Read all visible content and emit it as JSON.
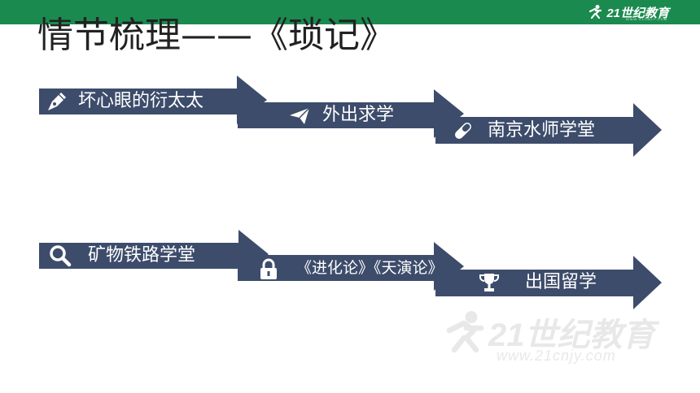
{
  "header": {
    "brand_text": "21世纪教育",
    "brand_url": "WWW.21CNJY.COM",
    "bar_color": "#1a8a4f"
  },
  "title": "情节梳理——《琐记》",
  "arrow_color": "#3d4c6b",
  "rows": [
    {
      "steps": [
        {
          "label": "坏心眼的衍太太",
          "icon": "pen-nib-icon"
        },
        {
          "label": "外出求学",
          "icon": "paper-plane-icon"
        },
        {
          "label": "南京水师学堂",
          "icon": "capsule-icon"
        }
      ]
    },
    {
      "steps": [
        {
          "label": "矿物铁路学堂",
          "icon": "search-icon"
        },
        {
          "label": "《进化论》《天演论》",
          "icon": "lock-icon"
        },
        {
          "label": "出国留学",
          "icon": "trophy-icon"
        }
      ]
    }
  ],
  "watermark": {
    "text": "21世纪教育",
    "url": "www.21cnjy.com"
  }
}
